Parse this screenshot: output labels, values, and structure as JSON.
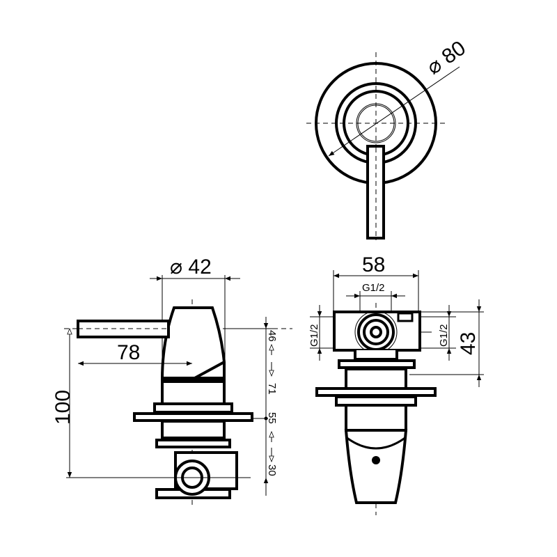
{
  "drawing": {
    "top_view": {
      "diameter_label": "⌀ 80"
    },
    "side_view": {
      "diameter_label": "⌀ 42",
      "lever_length_label": "78",
      "height_label": "100",
      "depth_labels": [
        "46",
        "71",
        "55",
        "30"
      ]
    },
    "front_view": {
      "width_label": "58",
      "thread_top_label": "G1/2",
      "thread_left_label": "G1/2",
      "thread_right_label": "G1/2",
      "height_label": "43"
    }
  }
}
